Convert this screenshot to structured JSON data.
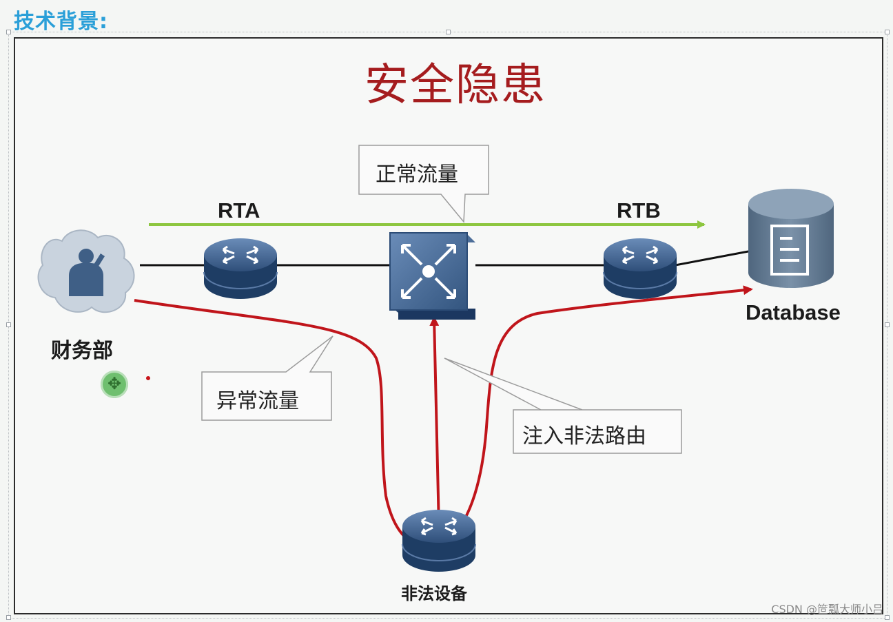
{
  "page": {
    "heading": "技术背景:",
    "watermark": "CSDN @笸瓢大师小吕"
  },
  "slide": {
    "title": "安全隐患"
  },
  "nodes": {
    "finance_dept": "财务部",
    "rta": "RTA",
    "rtb": "RTB",
    "database": "Database",
    "illegal_device": "非法设备"
  },
  "callouts": {
    "normal_traffic": "正常流量",
    "abnormal_traffic": "异常流量",
    "inject_route": "注入非法路由"
  },
  "colors": {
    "heading": "#2a9fd8",
    "title": "#a51c1e",
    "normal_flow": "#8dc63f",
    "abnormal_flow": "#c0151b",
    "device_blue": "#2f4f7a",
    "device_light": "#5a7aa6",
    "database": "#61788f"
  },
  "icons": {
    "user": "person-thinking-icon",
    "router": "router-icon",
    "switch": "l3-switch-icon",
    "database": "database-icon",
    "move": "move-arrows-icon"
  }
}
